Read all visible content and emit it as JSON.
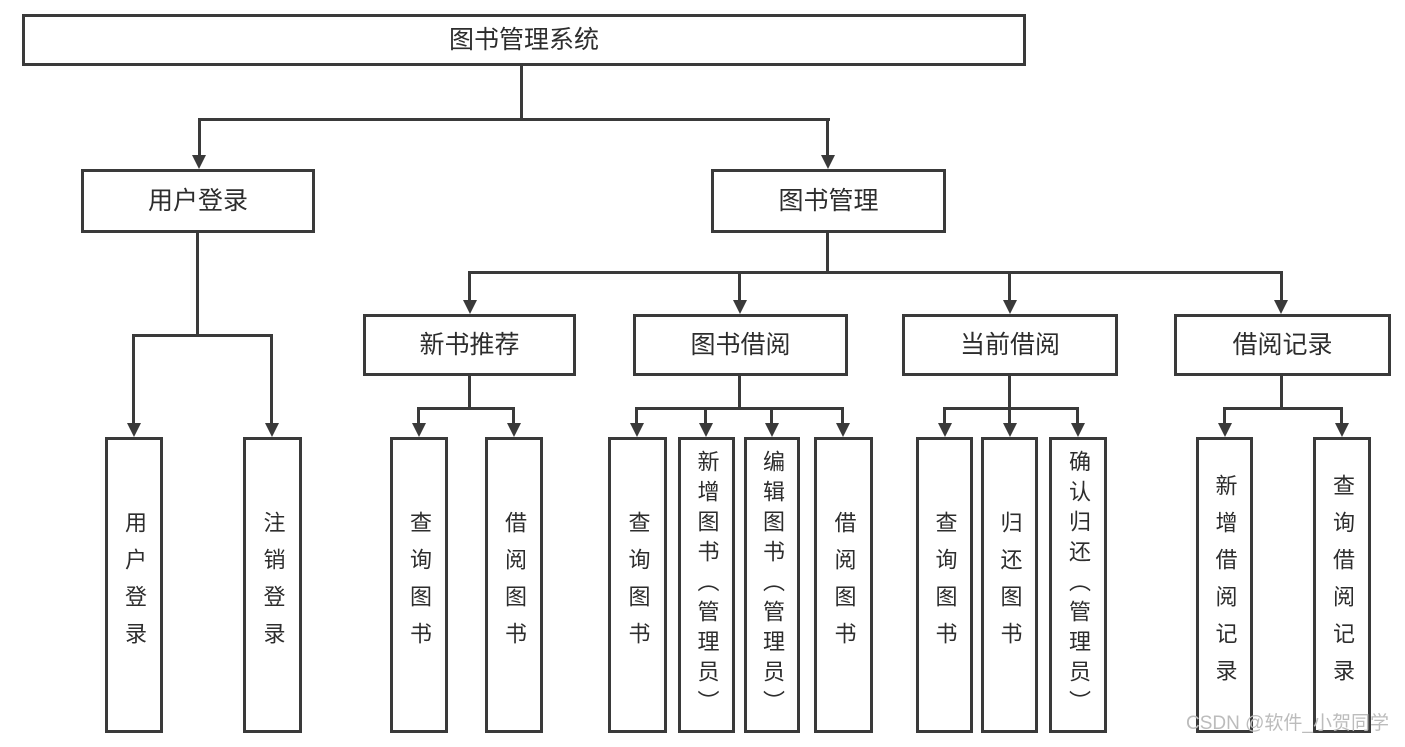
{
  "diagram": {
    "root": {
      "label": "图书管理系统"
    },
    "level2": [
      {
        "label": "用户登录"
      },
      {
        "label": "图书管理"
      }
    ],
    "level3": [
      {
        "label": "新书推荐"
      },
      {
        "label": "图书借阅"
      },
      {
        "label": "当前借阅"
      },
      {
        "label": "借阅记录"
      }
    ],
    "leaves": {
      "user_login": [
        {
          "label": "用户登录"
        },
        {
          "label": "注销登录"
        }
      ],
      "new_book_recommend": [
        {
          "label": "查询图书"
        },
        {
          "label": "借阅图书"
        }
      ],
      "book_borrow": [
        {
          "label": "查询图书"
        },
        {
          "label": "新增图书（管理员）"
        },
        {
          "label": "编辑图书（管理员）"
        },
        {
          "label": "借阅图书"
        }
      ],
      "current_borrow": [
        {
          "label": "查询图书"
        },
        {
          "label": "归还图书"
        },
        {
          "label": "确认归还（管理员）"
        }
      ],
      "borrow_records": [
        {
          "label": "新增借阅记录"
        },
        {
          "label": "查询借阅记录"
        }
      ]
    },
    "colors": {
      "line": "#3a3a3a",
      "text": "#2d2d2d",
      "background": "#ffffff",
      "watermark_text": "#bcbcbc"
    }
  },
  "watermark": {
    "text": "CSDN @软件_小贺同学"
  }
}
